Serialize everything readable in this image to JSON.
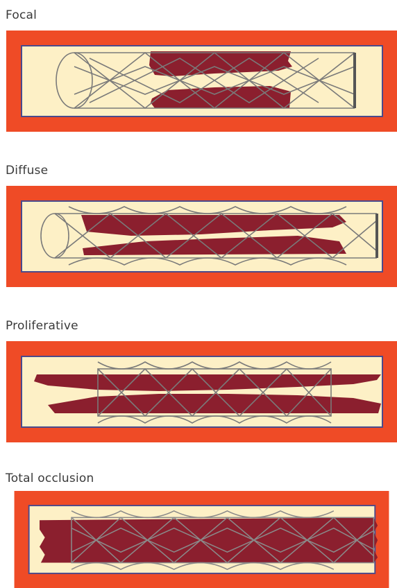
{
  "colors": {
    "frame": "#ef4b26",
    "lumen": "#fdf0c6",
    "lumen_border": "#4a4a8c",
    "plaque": "#8b1f2e",
    "plaque_light": "#a8404c",
    "stent_wire": "#7a7a7a",
    "title_text": "#3a3a3a"
  },
  "panels": [
    {
      "title": "Focal",
      "pattern": "focal"
    },
    {
      "title": "Diffuse",
      "pattern": "diffuse"
    },
    {
      "title": "Proliferative",
      "pattern": "proliferative"
    },
    {
      "title": "Total occlusion",
      "pattern": "total-occlusion"
    }
  ]
}
